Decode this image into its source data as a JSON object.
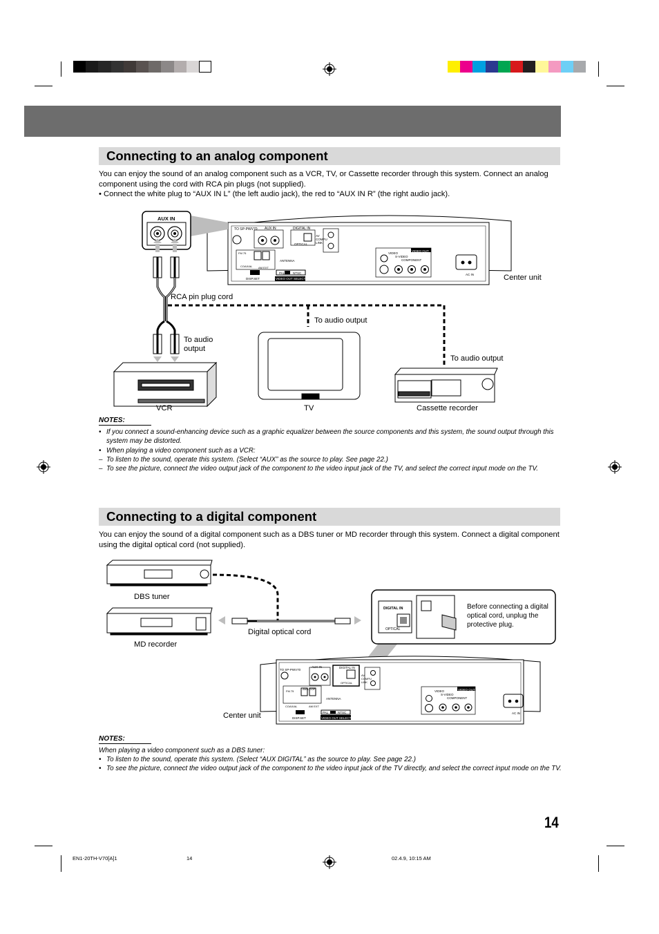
{
  "top_gray_bar": "",
  "section1": {
    "title": "Connecting to an analog component",
    "para1": "You can enjoy the sound of an analog component such as a VCR, TV, or Cassette recorder through this system. Connect an analog component using the cord with RCA pin plugs (not supplied).",
    "para2": "• Connect the white plug to “AUX IN L” (the left audio jack), the red to “AUX IN R” (the right audio jack).",
    "labels": {
      "aux_in": "AUX IN",
      "center_unit": "Center unit",
      "rca_cord": "RCA pin plug cord",
      "to_audio_output_vcr": "To audio\noutput",
      "to_audio_output_tv": "To audio output",
      "to_audio_output_cassette": "To audio output",
      "vcr": "VCR",
      "tv": "TV",
      "cassette": "Cassette recorder"
    },
    "notes_heading": "NOTES:",
    "notes": [
      {
        "bullet": "•",
        "text": "If you connect a sound-enhancing device such as a graphic equalizer between the source components and this system, the sound output through this system may be distorted."
      },
      {
        "bullet": "•",
        "text": "When playing a video component such as a VCR:"
      },
      {
        "bullet": "–",
        "text": "To listen to the sound, operate this system. (Select “AUX” as the source to play. See page 22.)"
      },
      {
        "bullet": "–",
        "text": "To see the picture, connect the video output jack of the component to the video input jack of the TV, and select the correct input mode on the TV."
      }
    ]
  },
  "section2": {
    "title": "Connecting to a digital component",
    "para": "You can enjoy the sound of a digital component such as a DBS tuner or MD recorder through this system. Connect a digital component using the digital optical cord (not supplied).",
    "labels": {
      "dbs": "DBS tuner",
      "md": "MD recorder",
      "optical_cord": "Digital optical cord",
      "center_unit": "Center unit",
      "callout": "Before connecting a digital optical cord, unplug the protective plug.",
      "digital_in": "DIGITAL IN",
      "optical": "OPTICAL"
    },
    "notes_heading": "NOTES:",
    "notes_intro": "When playing a video component such as a DBS tuner:",
    "notes": [
      {
        "bullet": "•",
        "text": "To listen to the sound, operate this system. (Select “AUX DIGITAL” as the source to play. See page 22.)"
      },
      {
        "bullet": "•",
        "text": "To see the picture, connect the video output jack of the component to the video input jack of the TV directly, and select the correct input mode on the TV."
      }
    ]
  },
  "panel_labels": {
    "to_sp": "TO SP-PWV70",
    "aux_in": "AUX IN",
    "digital_in": "DIGITAL IN",
    "optical": "OPTICAL",
    "av_compu_link": "AV\nCOMPU\nLINK",
    "antenna": "ANTENNA",
    "video_out": "VIDEO OUT",
    "video": "VIDEO",
    "s_video": "S-VIDEO",
    "component": "COMPONENT",
    "pal": "PAL",
    "ntsc": "NTSC",
    "video_out_select": "VIDEO OUT SELECT",
    "disp_set": "DISP.SET",
    "ac_in": "AC IN",
    "fm": "FM 75",
    "am_loop": "AM LOOP",
    "am_ext": "AM EXT",
    "coaxial": "COAXIAL"
  },
  "page_number": "14",
  "footer": {
    "left": "EN1-20TH-V70[A]1",
    "center": "14",
    "right": "02.4.9, 10:15 AM"
  },
  "colors": {
    "gray_swatches": [
      "#000000",
      "#1a1a1a",
      "#262626",
      "#333333",
      "#403a38",
      "#595250",
      "#6e6a68",
      "#8c8888",
      "#b3adad",
      "#d9d6d6",
      "#ffffff"
    ],
    "color_swatches": [
      "#ffef00",
      "#ec008c",
      "#00a0e0",
      "#2b3990",
      "#00a651",
      "#d7191c",
      "#231f20",
      "#fff799",
      "#f49ac1",
      "#6dcff6",
      "#a7a9ac"
    ],
    "heading_bar": "#d9d9d9",
    "top_bar": "#6d6d6d"
  }
}
